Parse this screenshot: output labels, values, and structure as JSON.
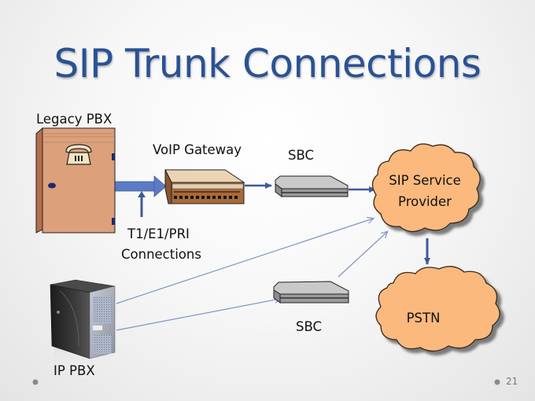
{
  "slide": {
    "title": "SIP Trunk Connections",
    "page_number": "21"
  },
  "colors": {
    "title": "#2a5294",
    "connector": "#3f5a99",
    "thin_connector": "#7f95c9",
    "cloud_fill": "#fbb97e",
    "pbx_cabinet": "#d9a07a",
    "gateway": "#a86a3a"
  },
  "nodes": {
    "legacy_pbx": {
      "label": "Legacy PBX",
      "icon": "telephone-cabinet-icon"
    },
    "voip_gateway": {
      "label": "VoIP Gateway",
      "icon": "gateway-device-icon"
    },
    "sbc_top": {
      "label": "SBC",
      "icon": "sbc-appliance-icon"
    },
    "sbc_bottom": {
      "label": "SBC",
      "icon": "sbc-appliance-icon"
    },
    "sip_provider": {
      "label_line1": "SIP Service",
      "label_line2": "Provider",
      "icon": "cloud-icon"
    },
    "pstn": {
      "label": "PSTN",
      "icon": "cloud-icon"
    },
    "ip_pbx": {
      "label": "IP PBX",
      "icon": "server-tower-icon"
    }
  },
  "annotations": {
    "t1_line1": "T1/E1/PRI",
    "t1_line2": "Connections"
  },
  "edges": [
    {
      "from": "legacy_pbx",
      "to": "voip_gateway",
      "style": "thick"
    },
    {
      "from": "voip_gateway",
      "to": "sbc_top",
      "style": "medium"
    },
    {
      "from": "sbc_top",
      "to": "sip_provider",
      "style": "medium"
    },
    {
      "from": "sip_provider",
      "to": "pstn",
      "style": "medium"
    },
    {
      "from": "ip_pbx",
      "to": "sip_provider",
      "style": "thin"
    },
    {
      "from": "ip_pbx",
      "to": "sbc_bottom",
      "style": "thin"
    },
    {
      "from": "sbc_bottom",
      "to": "sip_provider",
      "style": "thin"
    }
  ]
}
